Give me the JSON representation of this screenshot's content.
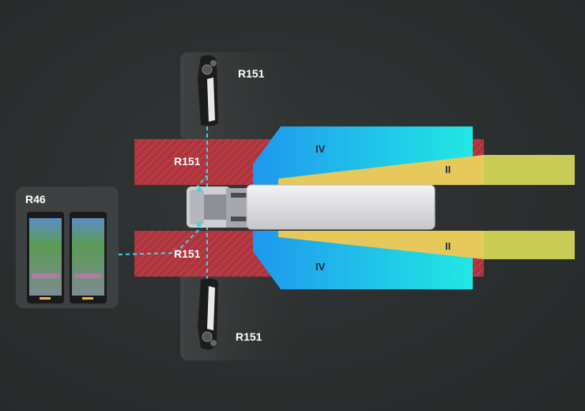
{
  "labels": {
    "r151_top_camera": "R151",
    "r151_bottom_camera": "R151",
    "r151_zone_upper": "R151",
    "r151_zone_lower": "R151",
    "r46_panel": "R46",
    "class_iv_upper": "IV",
    "class_iv_lower": "IV",
    "class_ii_upper": "II",
    "class_ii_lower": "II"
  },
  "colors": {
    "r151_zone": "#c8343f",
    "class_iv_start": "#1fa0ef",
    "class_iv_end": "#22e6e6",
    "class_ii": "#e6c95a",
    "class_ii_outer": "#c8cc55",
    "sight_line": "#3fd6e6",
    "panel_bg": "#3d4141",
    "vehicle_body": "#e8e8ea"
  },
  "icons": {
    "camera": "side-camera-icon",
    "monitor": "display-monitor-icon",
    "vehicle": "truck-top-view-icon"
  }
}
